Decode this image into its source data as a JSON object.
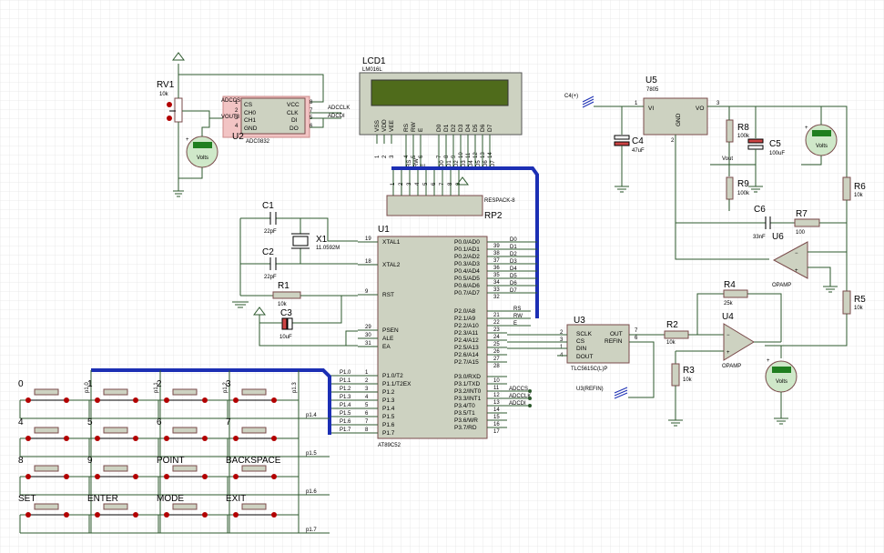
{
  "u2": {
    "ref": "U2",
    "part": "ADC0832",
    "pins_left": [
      "CS",
      "CH0",
      "CH1",
      "GND"
    ],
    "pins_left_num": [
      "1",
      "2",
      "3",
      "4"
    ],
    "pins_right": [
      "VCC",
      "CLK",
      "DI",
      "DO"
    ],
    "pins_right_num": [
      "8",
      "7",
      "5",
      "6"
    ],
    "net_cs": "ADCCS",
    "net_vout": "VOUT3",
    "net_clk": "ADCCLK",
    "net_di": "ADCDI"
  },
  "rv1": {
    "ref": "RV1",
    "value": "10k"
  },
  "voltmeter": {
    "unit": "Volts"
  },
  "lcd": {
    "ref": "LCD1",
    "part": "LM016L",
    "pins": [
      "VSS",
      "VDD",
      "VEE",
      "RS",
      "RW",
      "E",
      "D0",
      "D1",
      "D2",
      "D3",
      "D4",
      "D5",
      "D6",
      "D7"
    ],
    "pin_nums": [
      "1",
      "2",
      "3",
      "4",
      "5",
      "6",
      "7",
      "8",
      "9",
      "10",
      "11",
      "12",
      "13",
      "14"
    ],
    "lower_labels": [
      "RS",
      "RW",
      "E",
      "D0",
      "D1",
      "D2",
      "D3",
      "D4",
      "D5",
      "D6",
      "D7"
    ]
  },
  "rp2": {
    "ref": "RP2",
    "part": "RESPACK-8",
    "pins": [
      "1",
      "2",
      "3",
      "4",
      "5",
      "6",
      "7",
      "8",
      "9"
    ]
  },
  "u1": {
    "ref": "U1",
    "part": "AT89C52",
    "left": [
      {
        "n": "19",
        "l": "XTAL1"
      },
      {
        "n": "18",
        "l": "XTAL2"
      },
      {
        "n": "9",
        "l": "RST"
      },
      {
        "n": "29",
        "l": "PSEN"
      },
      {
        "n": "30",
        "l": "ALE"
      },
      {
        "n": "31",
        "l": "EA"
      },
      {
        "n": "1",
        "l": "P1.0/T2"
      },
      {
        "n": "2",
        "l": "P1.1/T2EX"
      },
      {
        "n": "3",
        "l": "P1.2"
      },
      {
        "n": "4",
        "l": "P1.3"
      },
      {
        "n": "5",
        "l": "P1.4"
      },
      {
        "n": "6",
        "l": "P1.5"
      },
      {
        "n": "7",
        "l": "P1.6"
      },
      {
        "n": "8",
        "l": "P1.7"
      }
    ],
    "right": [
      {
        "n": "39",
        "l": "P0.0/AD0"
      },
      {
        "n": "38",
        "l": "P0.1/AD1"
      },
      {
        "n": "37",
        "l": "P0.2/AD2"
      },
      {
        "n": "36",
        "l": "P0.3/AD3"
      },
      {
        "n": "35",
        "l": "P0.4/AD4"
      },
      {
        "n": "34",
        "l": "P0.5/AD5"
      },
      {
        "n": "33",
        "l": "P0.6/AD6"
      },
      {
        "n": "32",
        "l": "P0.7/AD7"
      },
      {
        "n": "21",
        "l": "P2.0/A8"
      },
      {
        "n": "22",
        "l": "P2.1/A9"
      },
      {
        "n": "23",
        "l": "P2.2/A10"
      },
      {
        "n": "24",
        "l": "P2.3/A11"
      },
      {
        "n": "25",
        "l": "P2.4/A12"
      },
      {
        "n": "26",
        "l": "P2.5/A13"
      },
      {
        "n": "27",
        "l": "P2.6/A14"
      },
      {
        "n": "28",
        "l": "P2.7/A15"
      },
      {
        "n": "10",
        "l": "P3.0/RXD"
      },
      {
        "n": "11",
        "l": "P3.1/TXD"
      },
      {
        "n": "12",
        "l": "P3.2/INT0"
      },
      {
        "n": "13",
        "l": "P3.3/INT1"
      },
      {
        "n": "14",
        "l": "P3.4/T0"
      },
      {
        "n": "15",
        "l": "P3.5/T1"
      },
      {
        "n": "16",
        "l": "P3.6/WR"
      },
      {
        "n": "17",
        "l": "P3.7/RD"
      }
    ],
    "d_nets": [
      "D0",
      "D1",
      "D2",
      "D3",
      "D4",
      "D5",
      "D6",
      "D7"
    ],
    "ctrl_nets": [
      "RS",
      "RW",
      "E"
    ],
    "p3_nets": [
      "ADCCS",
      "ADCCLK",
      "ADCDI"
    ],
    "p1_nets": [
      "P1.0",
      "P1.1",
      "P1.2",
      "P1.3",
      "P1.4",
      "P1.5",
      "P1.6",
      "P1.7"
    ]
  },
  "c1": {
    "ref": "C1",
    "value": "22pF"
  },
  "c2": {
    "ref": "C2",
    "value": "22pF"
  },
  "x1": {
    "ref": "X1",
    "value": "11.0592M"
  },
  "r1": {
    "ref": "R1",
    "value": "10k"
  },
  "c3": {
    "ref": "C3",
    "value": "10uF"
  },
  "u5": {
    "ref": "U5",
    "part": "7805",
    "vi": "VI",
    "vo": "VO",
    "gnd": "GND",
    "n1": "1",
    "n2": "2",
    "n3": "3"
  },
  "c4": {
    "ref": "C4",
    "value": "47uF"
  },
  "c4net": "C4(+)",
  "r8": {
    "ref": "R8",
    "value": "100k"
  },
  "r9": {
    "ref": "R9",
    "value": "100k"
  },
  "vout": "Vout",
  "c5": {
    "ref": "C5",
    "value": "100uF"
  },
  "r6": {
    "ref": "R6",
    "value": "10k"
  },
  "c6": {
    "ref": "C6",
    "value": "33nF"
  },
  "r7": {
    "ref": "R7",
    "value": "100"
  },
  "u6": {
    "ref": "U6",
    "part": "OPAMP"
  },
  "r5": {
    "ref": "R5",
    "value": "10k"
  },
  "u3": {
    "ref": "U3",
    "part": "TLC5615C(L)P",
    "pins_left": [
      "SCLK",
      "CS",
      "DIN",
      "DOUT"
    ],
    "pins_left_num": [
      "2",
      "3",
      "1",
      "4"
    ],
    "pins_right": [
      "OUT",
      "REFIN"
    ],
    "pins_right_num": [
      "7",
      "6"
    ],
    "refnet": "U3(REFIN)"
  },
  "r2": {
    "ref": "R2",
    "value": "10k"
  },
  "r3": {
    "ref": "R3",
    "value": "10k"
  },
  "r4": {
    "ref": "R4",
    "value": "25k"
  },
  "u4": {
    "ref": "U4",
    "part": "OPAMP"
  },
  "keypad": {
    "keys": [
      "0",
      "1",
      "2",
      "3",
      "4",
      "5",
      "6",
      "7",
      "8",
      "9",
      "POINT",
      "BACKSPACE",
      "SET",
      "ENTER",
      "MODE",
      "EXIT"
    ],
    "col_nets": [
      "p1.0",
      "p1.1",
      "p1.2",
      "p1.3"
    ],
    "row_nets": [
      "p1.4",
      "p1.5",
      "p1.6",
      "p1.7"
    ]
  },
  "colors": {
    "wire": "#2e5a2e",
    "bus": "#1c2fb4",
    "chip": "#cdd2c1",
    "chip_border": "#7a4b4b",
    "u2_fill": "#f2c4c4",
    "lcd_screen": "#4f6b1b",
    "pin_red": "#b20000",
    "meter": "#cfe8c9"
  }
}
